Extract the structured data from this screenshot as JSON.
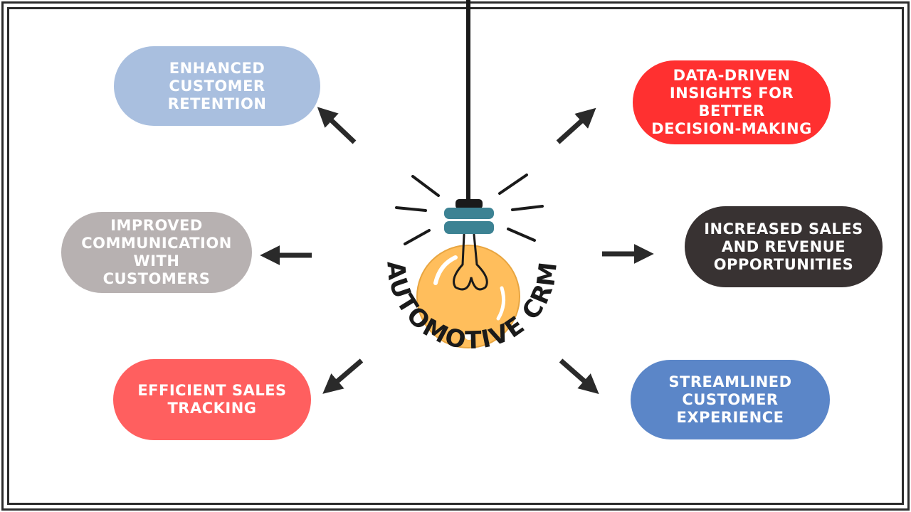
{
  "diagram": {
    "center_label": "AUTOMOTIVE CRM",
    "nodes": [
      {
        "id": "retention",
        "label": "ENHANCED CUSTOMER RETENTION",
        "color": "#a9bfdf"
      },
      {
        "id": "insights",
        "label": "DATA-DRIVEN INSIGHTS FOR BETTER DECISION-MAKING",
        "color": "#ff3030"
      },
      {
        "id": "communication",
        "label": "IMPROVED COMMUNICATION WITH CUSTOMERS",
        "color": "#b7b1b1"
      },
      {
        "id": "revenue",
        "label": "INCREASED SALES AND REVENUE OPPORTUNITIES",
        "color": "#383232"
      },
      {
        "id": "tracking",
        "label": "EFFICIENT SALES TRACKING",
        "color": "#ff5f5f"
      },
      {
        "id": "experience",
        "label": "STREAMLINED CUSTOMER EXPERIENCE",
        "color": "#5b86c8"
      }
    ],
    "colors": {
      "bulb": "#ffbe5c",
      "bulb_socket": "#3c8293",
      "ink": "#2a2a2a"
    }
  }
}
